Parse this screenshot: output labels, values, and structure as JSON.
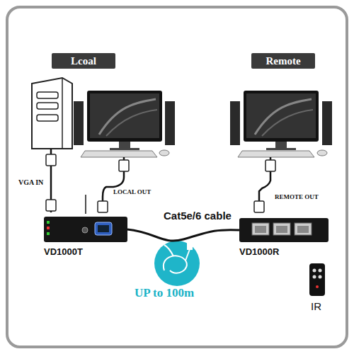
{
  "diagram": {
    "nodes": [
      {
        "text": [
          "Lcoal"
        ]
      },
      {
        "text": [
          "Remote"
        ]
      },
      {
        "text": [
          "VD1000T"
        ]
      },
      {
        "text": [
          "VD1000R"
        ]
      },
      {
        "text": [
          "IR"
        ]
      }
    ],
    "edges": [
      {
        "from": 2,
        "to": 3,
        "label": "Cat5e/6 cable",
        "arrow": "none"
      }
    ],
    "labels": [
      "VGA IN",
      "LOCAL OUT",
      "REMOTE OUT",
      "UP to 100m"
    ]
  }
}
